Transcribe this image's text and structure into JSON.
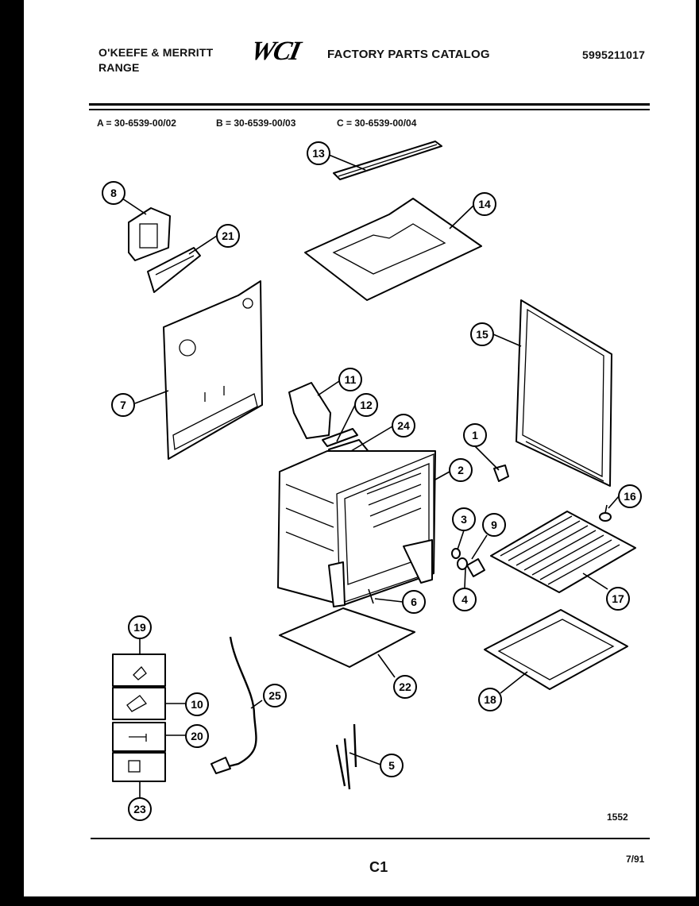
{
  "header": {
    "brand_line1": "O'KEEFE & MERRITT",
    "brand_line2": "RANGE",
    "logo": "WCI",
    "catalog_title": "FACTORY PARTS CATALOG",
    "catalog_number": "5995211017"
  },
  "models": [
    "A = 30-6539-00/02",
    "B = 30-6539-00/03",
    "C = 30-6539-00/04"
  ],
  "callouts": [
    "1",
    "2",
    "3",
    "4",
    "5",
    "6",
    "7",
    "8",
    "9",
    "10",
    "11",
    "12",
    "13",
    "14",
    "15",
    "16",
    "17",
    "18",
    "19",
    "20",
    "21",
    "22",
    "23",
    "24",
    "25"
  ],
  "footer": {
    "drawing_number": "1552",
    "page_code": "C1",
    "date": "7/91"
  }
}
